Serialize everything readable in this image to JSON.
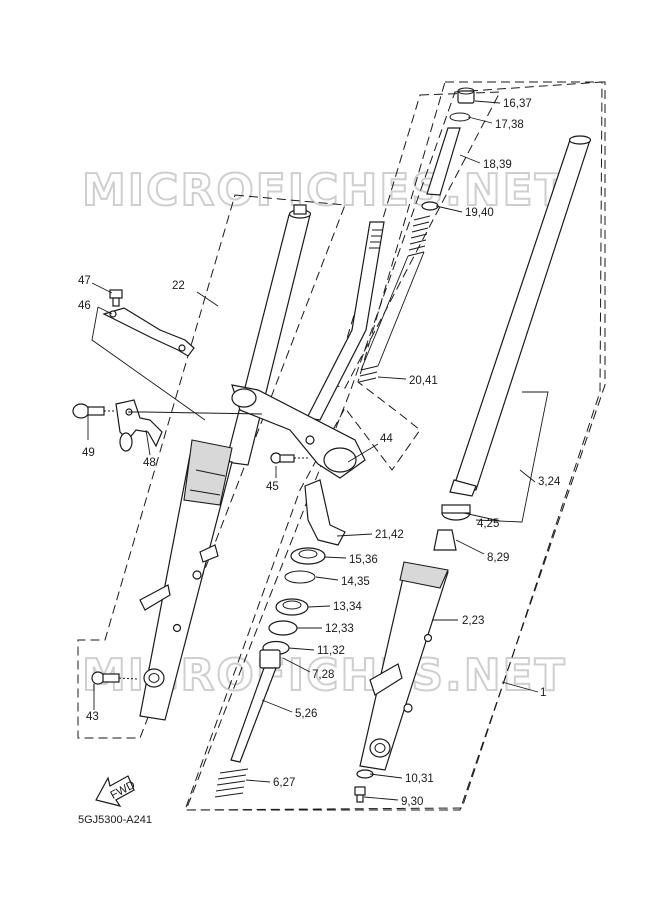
{
  "watermark": {
    "top": "MICROFICHES.NET",
    "bottom": "MICROFICHES.NET"
  },
  "fwd_label": "FWD",
  "diagram_code": "5GJ5300-A241",
  "callouts": {
    "c1": "1",
    "c2_23": "2,23",
    "c3_24": "3,24",
    "c4_25": "4,25",
    "c5_26": "5,26",
    "c6_27": "6,27",
    "c7_28": "7,28",
    "c8_29": "8,29",
    "c9_30": "9,30",
    "c10_31": "10,31",
    "c11_32": "11,32",
    "c12_33": "12,33",
    "c13_34": "13,34",
    "c14_35": "14,35",
    "c15_36": "15,36",
    "c16_37": "16,37",
    "c17_38": "17,38",
    "c18_39": "18,39",
    "c19_40": "19,40",
    "c20_41": "20,41",
    "c21_42": "21,42",
    "c22": "22",
    "c43": "43",
    "c44": "44",
    "c45": "45",
    "c46": "46",
    "c47": "47",
    "c48": "48",
    "c49": "49"
  }
}
